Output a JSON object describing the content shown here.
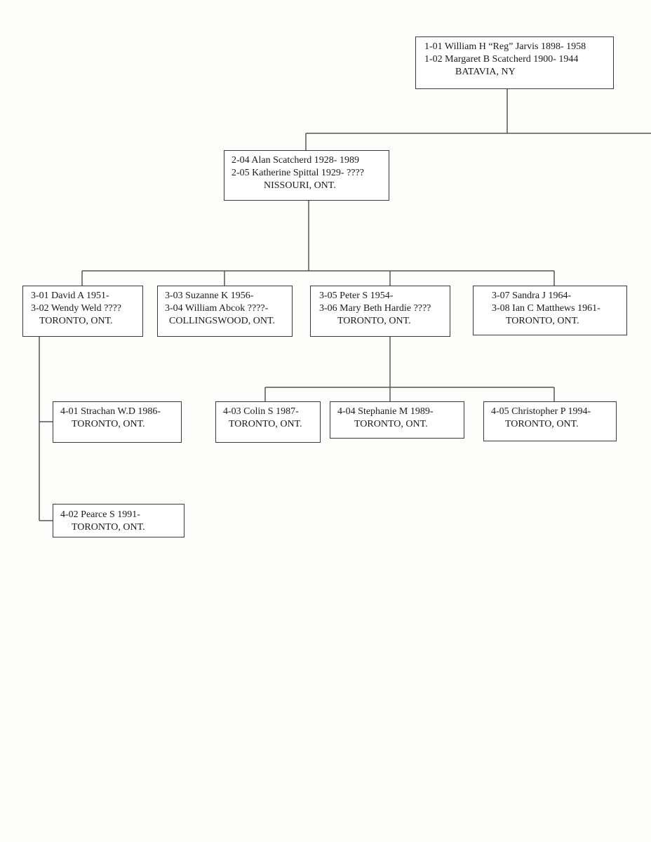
{
  "nodes": {
    "g1": {
      "line1": "1-01  William H “Reg” Jarvis  1898- 1958",
      "line2": "1-02  Margaret B Scatcherd   1900- 1944",
      "place": "BATAVIA,  NY"
    },
    "g2": {
      "line1": "2-04  Alan Scatcherd  1928- 1989",
      "line2": "2-05  Katherine Spittal  1929- ????",
      "place": "NISSOURI, ONT."
    },
    "g3a": {
      "line1": "3-01  David A  1951-",
      "line2": "3-02  Wendy Weld ????",
      "place": "TORONTO, ONT."
    },
    "g3b": {
      "line1": "3-03  Suzanne K  1956-",
      "line2": "3-04  William Abcok  ????-",
      "place": "COLLINGSWOOD, ONT."
    },
    "g3c": {
      "line1": "3-05  Peter S  1954-",
      "line2": "3-06  Mary Beth Hardie ????",
      "place": "TORONTO, ONT."
    },
    "g3d": {
      "line1": "3-07  Sandra J  1964-",
      "line2": "3-08  Ian C Matthews  1961-",
      "place": "TORONTO,  ONT."
    },
    "g4a": {
      "line1": "4-01 Strachan W.D  1986-",
      "place": "TORONTO,  ONT."
    },
    "g4b": {
      "line1": "4-02  Pearce S   1991-",
      "place": "TORONTO, ONT."
    },
    "g4c": {
      "line1": "4-03  Colin S  1987-",
      "place": "TORONTO, ONT."
    },
    "g4d": {
      "line1": "4-04  Stephanie M   1989-",
      "place": "TORONTO,  ONT."
    },
    "g4e": {
      "line1": "4-05  Christopher P  1994-",
      "place": "TORONTO,  ONT."
    }
  }
}
